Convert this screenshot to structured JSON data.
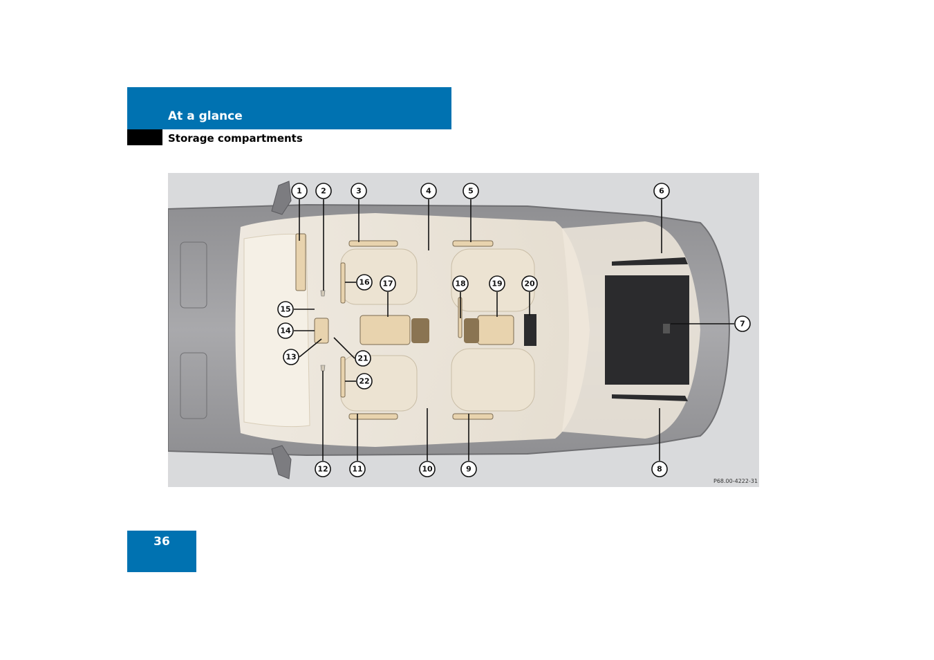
{
  "header": {
    "section_title": "At a glance",
    "subsection_title": "Storage compartments"
  },
  "figure": {
    "code": "P68.00-4222-31",
    "callouts": [
      "1",
      "2",
      "3",
      "4",
      "5",
      "6",
      "7",
      "8",
      "9",
      "10",
      "11",
      "12",
      "13",
      "14",
      "15",
      "16",
      "17",
      "18",
      "19",
      "20",
      "21",
      "22"
    ]
  },
  "footer": {
    "page_number": "36"
  },
  "colors": {
    "brand_blue": "#0072b1",
    "figure_background": "#d9dadc",
    "compartment_highlight": "#e8d3ae"
  }
}
